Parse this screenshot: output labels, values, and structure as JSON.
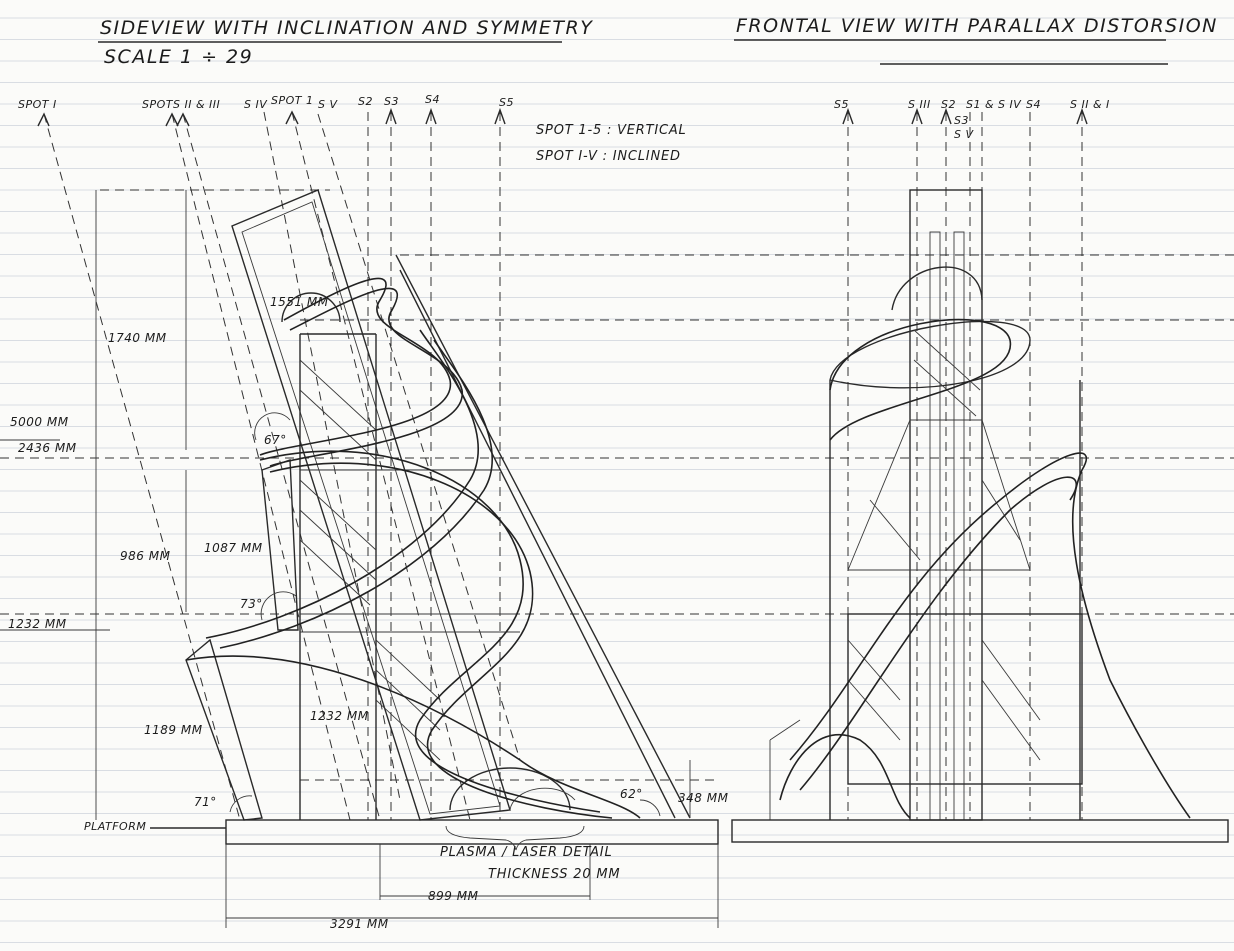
{
  "side_view": {
    "title": "SIDEVIEW WITH INCLINATION AND SYMMETRY",
    "scale": "SCALE 1 ÷ 29",
    "spots": [
      "SPOT I",
      "SPOTS II & III",
      "S IV",
      "SPOT 1",
      "S V",
      "S2",
      "S3",
      "S4",
      "S5"
    ],
    "legend_vertical": "SPOT 1-5 : VERTICAL",
    "legend_inclined": "SPOT I-V : INCLINED",
    "dimensions": {
      "d1551": "1551 MM",
      "d1740": "1740 MM",
      "d5000": "5000 MM",
      "d2436": "2436 MM",
      "d986": "986 MM",
      "d1087": "1087 MM",
      "d1232": "1232 MM",
      "d1189": "1189 MM",
      "d1232v": "1232 MM",
      "d348": "348 MM",
      "d899": "899 MM",
      "d3291": "3291 MM"
    },
    "angles": {
      "a67": "67°",
      "a73": "73°",
      "a71": "71°",
      "a62": "62°"
    },
    "platform": "PLATFORM",
    "detail_1": "PLASMA / LASER DETAIL",
    "detail_2": "THICKNESS 20 MM"
  },
  "front_view": {
    "title": "FRONTAL VIEW WITH PARALLAX DISTORSION",
    "spots": [
      "S5",
      "S III",
      "S2",
      "S1 & S IV",
      "S4",
      "S II & I"
    ],
    "spot_s3": "S3",
    "spot_sv": "S V"
  }
}
